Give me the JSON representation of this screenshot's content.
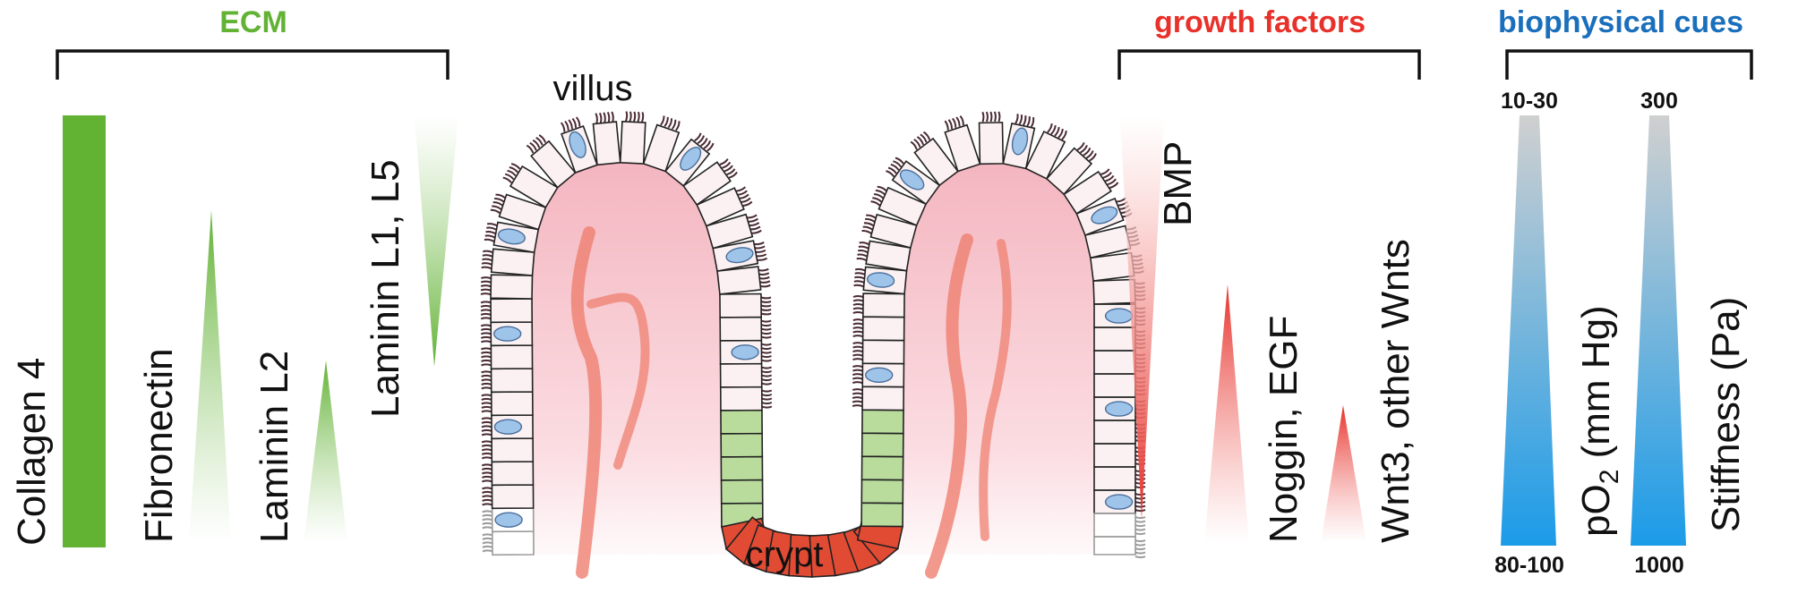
{
  "colors": {
    "ecm": "#62b234",
    "growth": "#e8312a",
    "biophysical": "#1a6fbd",
    "cue_gradient_top": "#d0d0d0",
    "cue_gradient_bottom": "#1b9be8",
    "crypt_stem": "#e14b34",
    "crypt_transit": "#b9dc9d",
    "goblet": "#9ec4ea"
  },
  "ecm": {
    "title": "ECM",
    "items": [
      {
        "label": "Collagen 4"
      },
      {
        "label": "Fibronectin"
      },
      {
        "label": "Laminin L2"
      },
      {
        "label": "Laminin L1, L5"
      }
    ]
  },
  "tissue": {
    "villus_label": "villus",
    "crypt_label": "crypt"
  },
  "growth": {
    "title": "growth factors",
    "items": [
      {
        "label": "BMP"
      },
      {
        "label": "Noggin, EGF"
      },
      {
        "label": "Wnt3, other Wnts"
      }
    ]
  },
  "biophysical": {
    "title": "biophysical cues",
    "items": [
      {
        "label_main": "pO",
        "label_sub": "2",
        "label_rest": " (mm Hg)",
        "top_value": "10-30",
        "bottom_value": "80-100"
      },
      {
        "label_main": "Stiffness (Pa)",
        "top_value": "300",
        "bottom_value": "1000"
      }
    ]
  }
}
